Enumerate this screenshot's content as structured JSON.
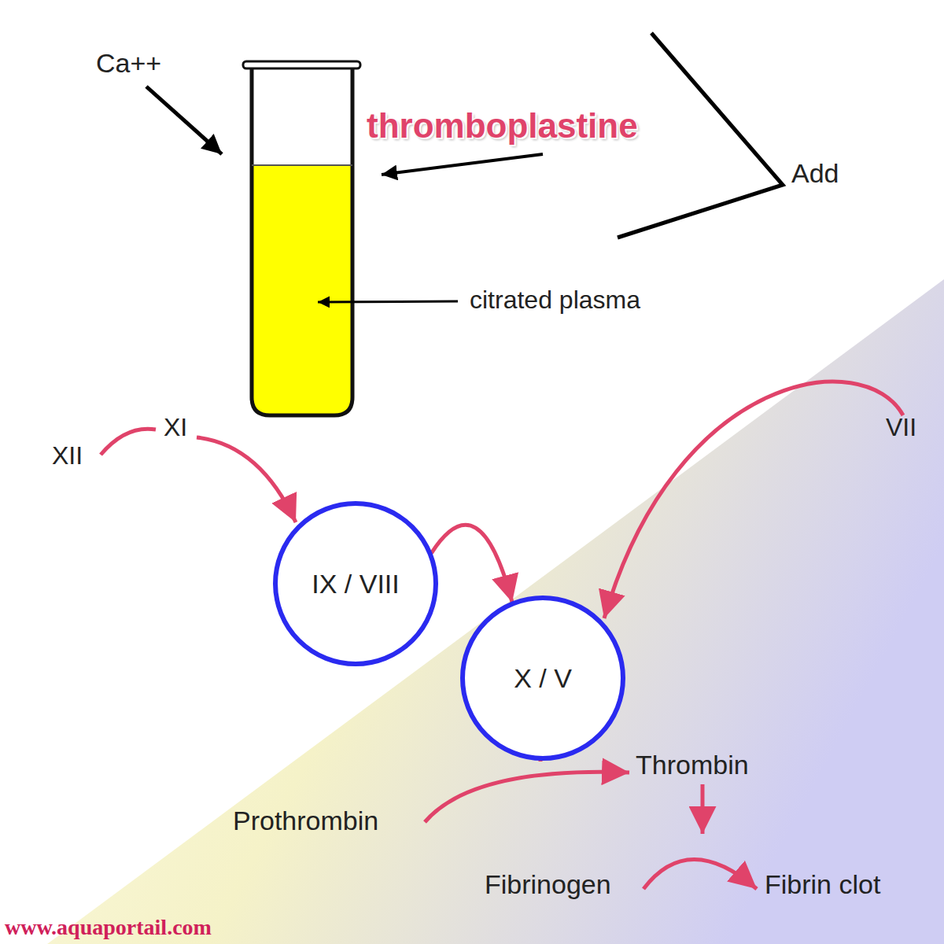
{
  "diagram": {
    "nodes": [
      {
        "text": [
          "IX / VIII"
        ]
      },
      {
        "text": [
          "X / V"
        ]
      }
    ],
    "edges": [
      {
        "from": 0,
        "to": 1,
        "arrow": "to"
      }
    ],
    "labels": [
      "Ca++",
      "thromboplastine",
      "Add",
      "citrated plasma",
      "XII",
      "XI",
      "VII",
      "Thrombin",
      "Prothrombin",
      "Fibrinogen",
      "Fibrin clot",
      "www.aquaportail.com"
    ]
  }
}
